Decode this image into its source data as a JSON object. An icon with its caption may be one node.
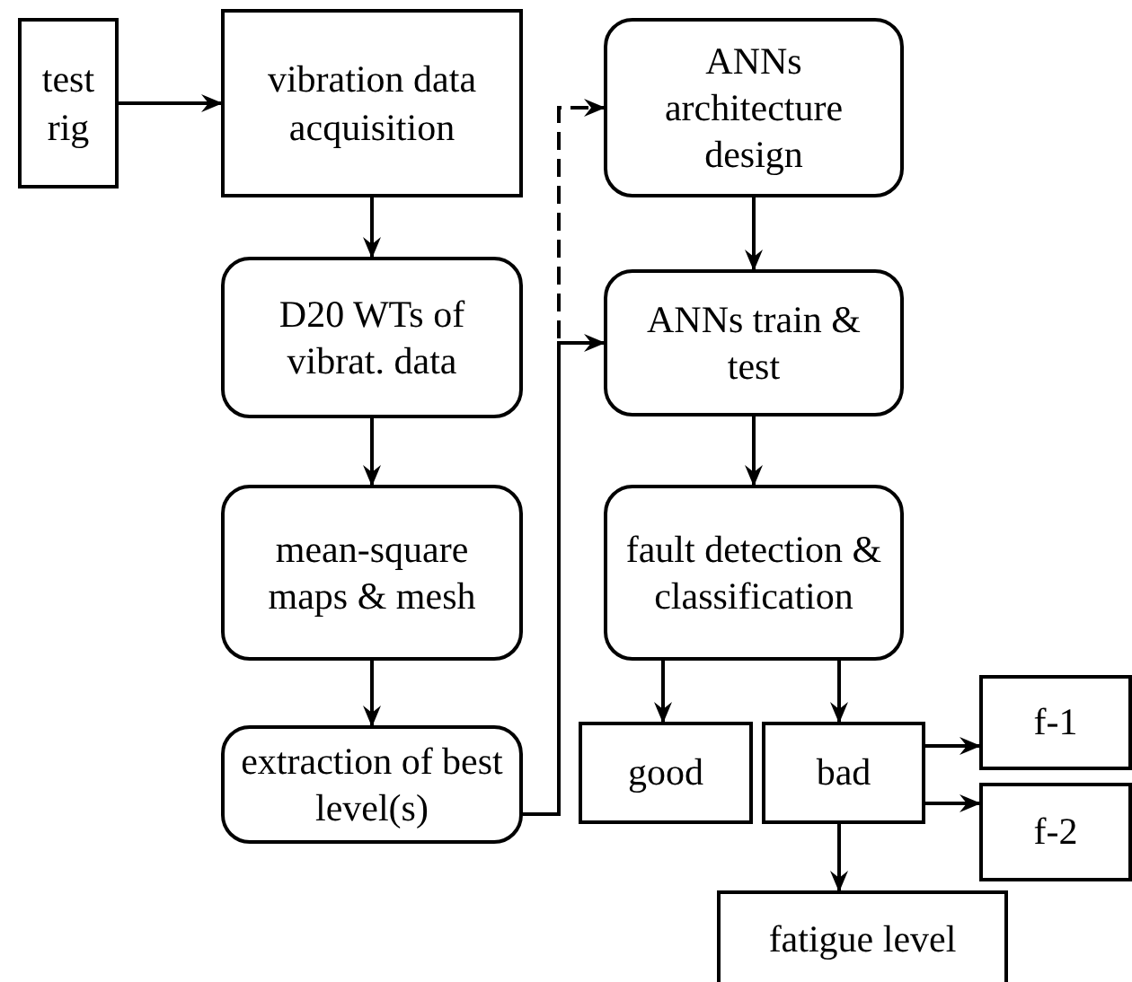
{
  "diagram": {
    "nodes": [
      {
        "text": [
          "test rig"
        ]
      },
      {
        "text": [
          "vibration data acquisition"
        ]
      },
      {
        "text": [
          "D20 WTs of vibrat. data"
        ]
      },
      {
        "text": [
          "mean-square maps & mesh"
        ]
      },
      {
        "text": [
          "extraction of best level(s)"
        ]
      },
      {
        "text": [
          "ANNs architecture design"
        ]
      },
      {
        "text": [
          "ANNs train & test"
        ]
      },
      {
        "text": [
          "fault detection & classification"
        ]
      },
      {
        "text": [
          "good"
        ]
      },
      {
        "text": [
          "bad"
        ]
      },
      {
        "text": [
          "f-1"
        ]
      },
      {
        "text": [
          "f-2"
        ]
      },
      {
        "text": [
          "fatigue level"
        ]
      }
    ],
    "edges": [
      {
        "from": 0,
        "to": 1,
        "arrow": "to"
      },
      {
        "from": 1,
        "to": 2,
        "arrow": "to"
      },
      {
        "from": 2,
        "to": 3,
        "arrow": "to"
      },
      {
        "from": 3,
        "to": 4,
        "arrow": "to"
      },
      {
        "from": 4,
        "to": 5,
        "arrow": "to",
        "style": "dashed"
      },
      {
        "from": 4,
        "to": 6,
        "arrow": "to"
      },
      {
        "from": 5,
        "to": 6,
        "arrow": "to"
      },
      {
        "from": 6,
        "to": 7,
        "arrow": "to"
      },
      {
        "from": 7,
        "to": 8,
        "arrow": "to"
      },
      {
        "from": 7,
        "to": 9,
        "arrow": "to"
      },
      {
        "from": 9,
        "to": 10,
        "arrow": "to"
      },
      {
        "from": 9,
        "to": 11,
        "arrow": "to"
      },
      {
        "from": 9,
        "to": 12,
        "arrow": "to"
      }
    ]
  }
}
